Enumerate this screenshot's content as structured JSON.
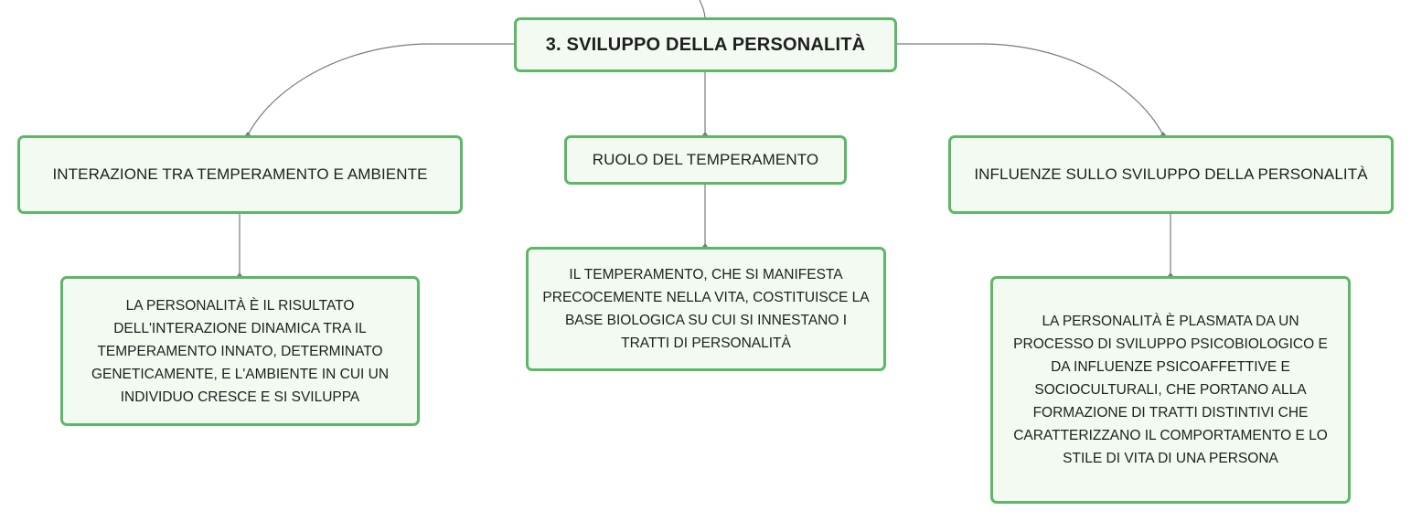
{
  "colors": {
    "node_border": "#5cb867",
    "node_fill": "#f3faf2",
    "connector": "#7a7a7a"
  },
  "root": {
    "label": "3. SVILUPPO DELLA PERSONALITÀ"
  },
  "topics": [
    {
      "label": "INTERAZIONE TRA TEMPERAMENTO E AMBIENTE",
      "detail": "LA PERSONALITÀ È IL RISULTATO DELL'INTERAZIONE DINAMICA TRA IL TEMPERAMENTO INNATO, DETERMINATO GENETICAMENTE, E L'AMBIENTE IN CUI UN INDIVIDUO CRESCE E SI SVILUPPA"
    },
    {
      "label": "RUOLO DEL TEMPERAMENTO",
      "detail": "IL TEMPERAMENTO, CHE SI MANIFESTA PRECOCEMENTE NELLA VITA, COSTITUISCE LA BASE BIOLOGICA SU CUI SI INNESTANO I TRATTI DI PERSONALITÀ"
    },
    {
      "label": "INFLUENZE SULLO SVILUPPO DELLA PERSONALITÀ",
      "detail": "LA PERSONALITÀ È PLASMATA DA UN PROCESSO DI SVILUPPO PSICOBIOLOGICO E DA INFLUENZE PSICOAFFETTIVE E SOCIOCULTURALI, CHE PORTANO ALLA FORMAZIONE DI TRATTI DISTINTIVI CHE CARATTERIZZANO IL COMPORTAMENTO E LO STILE DI VITA DI UNA PERSONA"
    }
  ]
}
